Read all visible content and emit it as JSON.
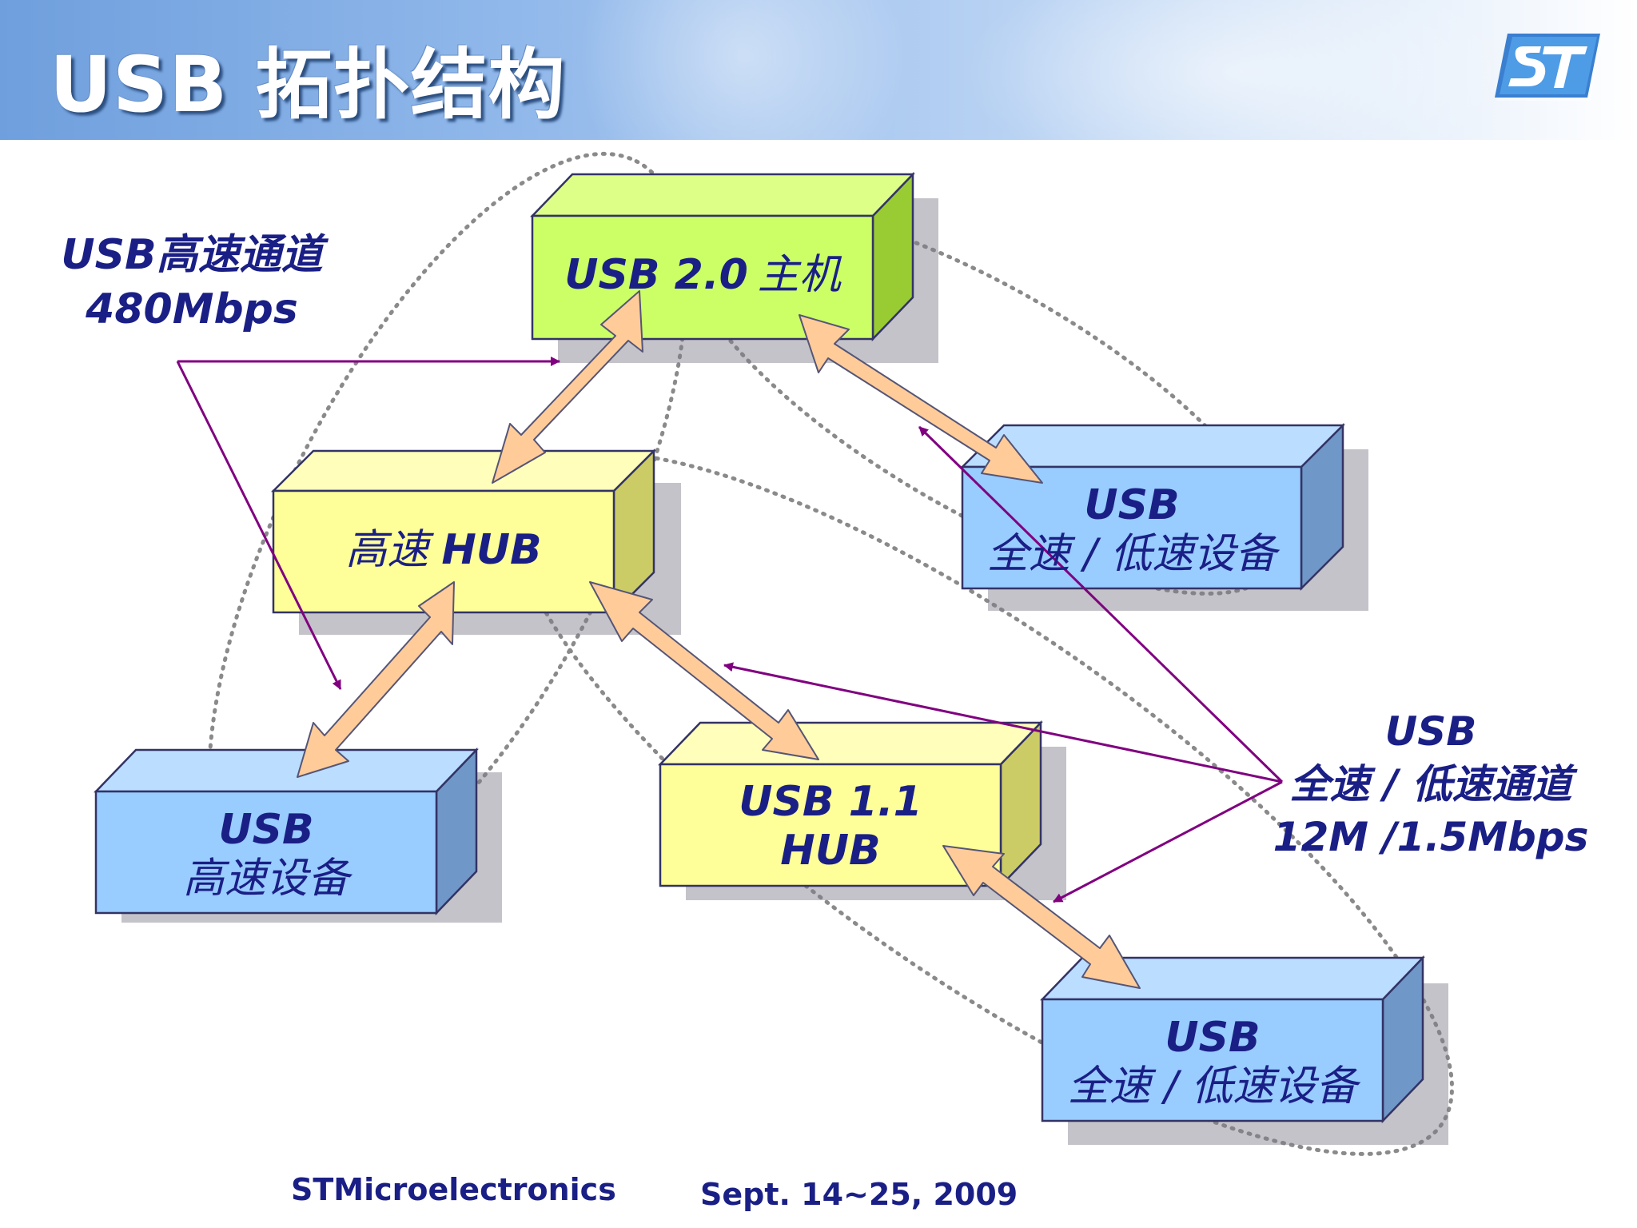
{
  "title": "USB 拓扑结构",
  "colors": {
    "green_box": "#ccff66",
    "yellow_box": "#ffff99",
    "blue_box": "#99ccff",
    "arrow": "#ffcc99",
    "connector": "#800080",
    "text": "#1a1f86"
  },
  "nodes": {
    "host": {
      "line1": "USB 2.0",
      "line2": "主机"
    },
    "hs_hub": {
      "line1": "高速",
      "line2": "HUB"
    },
    "fs_device_top": {
      "line1": "USB",
      "line2": "全速 / 低速设备"
    },
    "hs_device": {
      "line1": "USB",
      "line2": "高速设备"
    },
    "usb11_hub": {
      "line1": "USB 1.1",
      "line2": "HUB"
    },
    "fs_device_bottom": {
      "line1": "USB",
      "line2": "全速 / 低速设备"
    }
  },
  "labels": {
    "high_speed_channel": {
      "line1": "USB高速通道",
      "line2": "480Mbps"
    },
    "full_speed_channel": {
      "line1": "USB",
      "line2": "全速 / 低速通道",
      "line3": "12M /1.5Mbps"
    }
  },
  "footer": {
    "company": "STMicroelectronics",
    "date": "Sept. 14~25, 2009"
  },
  "logo_icon": "st-logo-icon"
}
